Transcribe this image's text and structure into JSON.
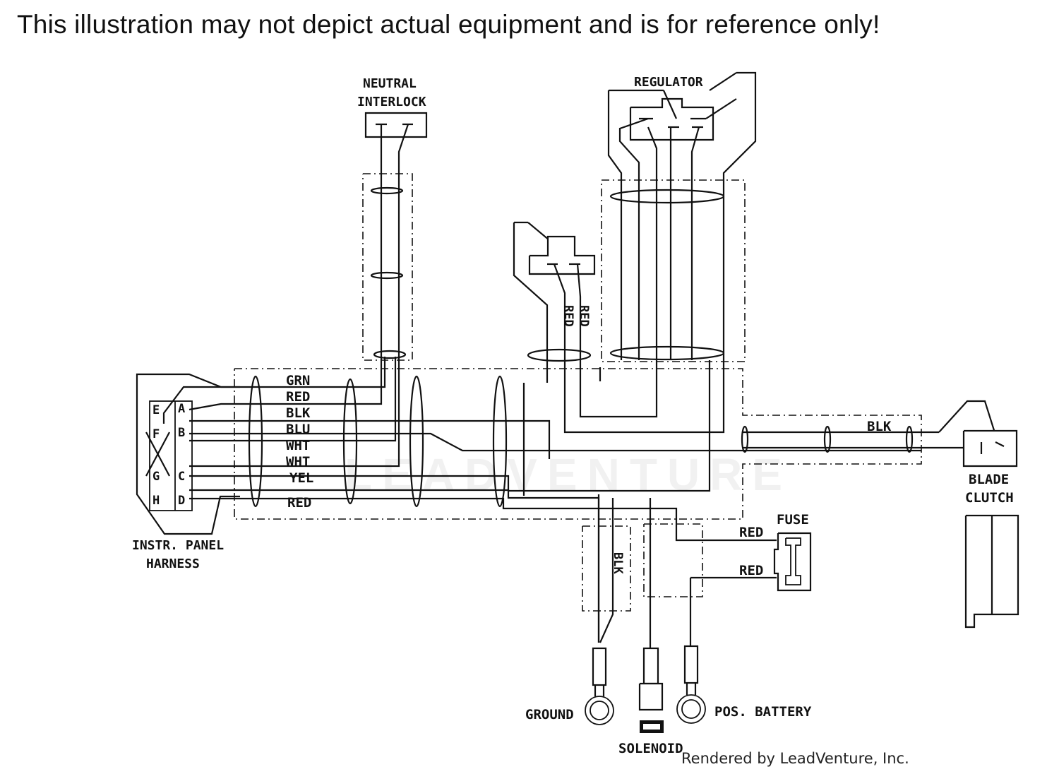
{
  "header": {
    "disclaimer": "This illustration may not depict actual equipment and is for reference only!"
  },
  "footer": {
    "credit": "Rendered by LeadVenture, Inc."
  },
  "watermark": "LEADVENTURE",
  "components": {
    "neutral_interlock": [
      "NEUTRAL",
      "INTERLOCK"
    ],
    "regulator": "REGULATOR",
    "blade_clutch": [
      "BLADE",
      "CLUTCH"
    ],
    "fuse": "FUSE",
    "instr_panel_harness": [
      "INSTR. PANEL",
      "HARNESS"
    ],
    "ground": "GROUND",
    "solenoid": "SOLENOID",
    "pos_battery": "POS. BATTERY"
  },
  "harness_pins": {
    "left": [
      "E",
      "F",
      "G",
      "H"
    ],
    "right": [
      "A",
      "B",
      "C",
      "D"
    ]
  },
  "wire_labels": {
    "main_bundle": [
      "GRN",
      "RED",
      "BLK",
      "BLU",
      "WHT",
      "WHT",
      "YEL",
      "RED"
    ],
    "switch_leads": [
      "RED",
      "RED"
    ],
    "clutch_lead": "BLK",
    "ground_lead": "BLK",
    "fuse_leads": [
      "RED",
      "RED"
    ]
  }
}
